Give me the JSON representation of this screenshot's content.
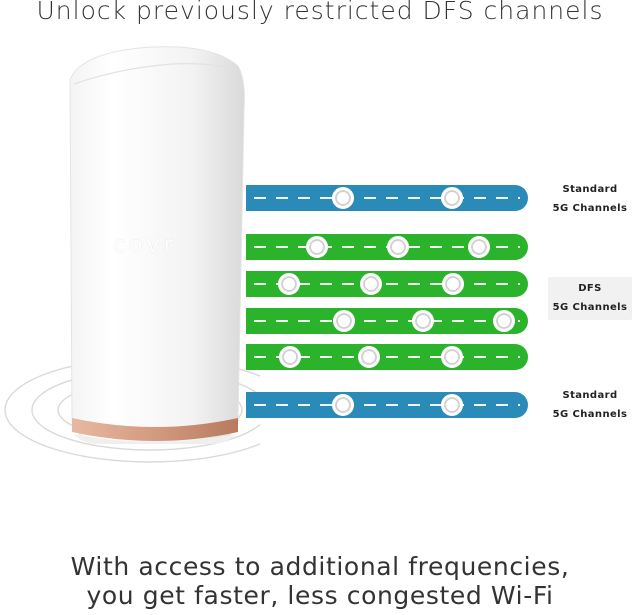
{
  "headline": "Unlock previously restricted DFS channels",
  "device": {
    "brand": "covr"
  },
  "labels": {
    "standard_top": {
      "line1": "Standard",
      "line2": "5G Channels"
    },
    "dfs": {
      "line1": "DFS",
      "line2": "5G Channels"
    },
    "standard_bottom": {
      "line1": "Standard",
      "line2": "5G Channels"
    }
  },
  "colors": {
    "standard_band": "#2a8bb9",
    "dfs_band": "#2bb32c",
    "accent_ring": "#c98b6e"
  },
  "footer": {
    "line1": "With access to additional frequencies,",
    "line2": "you get faster, less congested Wi-Fi"
  }
}
